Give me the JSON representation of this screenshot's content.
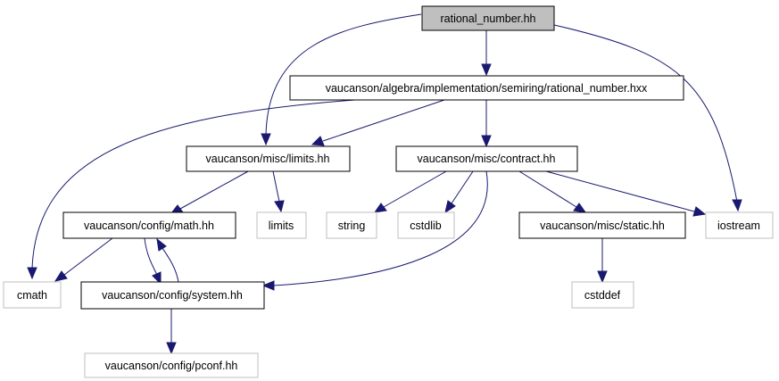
{
  "colors": {
    "root_fill": "#bfbfbf",
    "node_fill": "#ffffff",
    "internal_border": "#000000",
    "external_border": "#bfbfbf",
    "edge": "#191970"
  },
  "nodes": {
    "root": "rational_number.hh",
    "rational_hxx": "vaucanson/algebra/implementation/semiring/rational_number.hxx",
    "limits_hh": "vaucanson/misc/limits.hh",
    "contract_hh": "vaucanson/misc/contract.hh",
    "math_hh": "vaucanson/config/math.hh",
    "limits": "limits",
    "string": "string",
    "cstdlib": "cstdlib",
    "static_hh": "vaucanson/misc/static.hh",
    "iostream": "iostream",
    "cmath": "cmath",
    "system_hh": "vaucanson/config/system.hh",
    "cstddef": "cstddef",
    "pconf_hh": "vaucanson/config/pconf.hh"
  }
}
